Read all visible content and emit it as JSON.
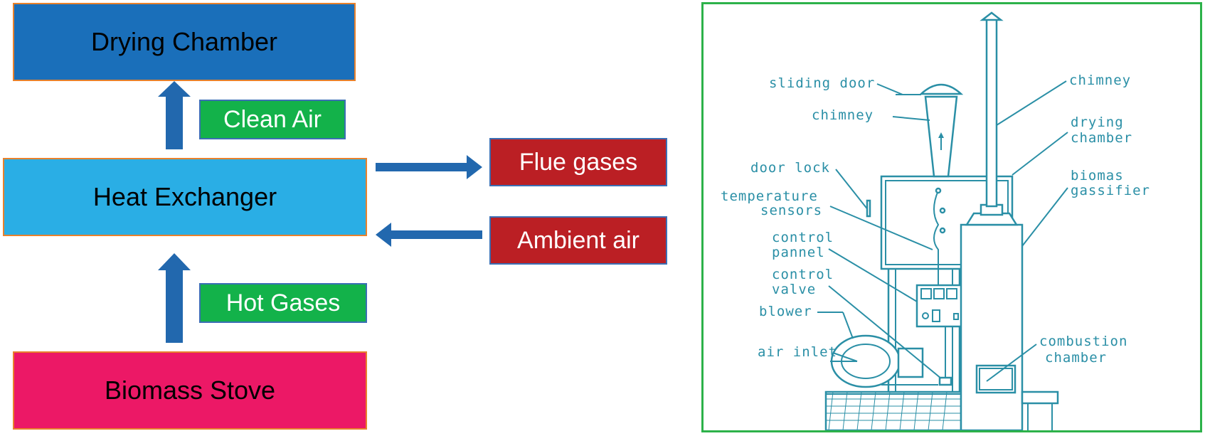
{
  "flow": {
    "drying_chamber": "Drying Chamber",
    "clean_air": "Clean Air",
    "heat_exchanger": "Heat Exchanger",
    "flue_gases": "Flue gases",
    "ambient_air": "Ambient air",
    "hot_gases": "Hot Gases",
    "biomass_stove": "Biomass Stove"
  },
  "apparatus": {
    "sliding_door": "sliding door",
    "chimney_left": "chimney",
    "chimney_right": "chimney",
    "drying_chamber_1": "drying",
    "drying_chamber_2": "chamber",
    "door_lock": "door lock",
    "biomas_gassifier_1": "biomas",
    "biomas_gassifier_2": "gassifier",
    "temperature_sensors_1": "temperature",
    "temperature_sensors_2": "sensors",
    "control_pannel_1": "control",
    "control_pannel_2": "pannel",
    "control_valve_1": "control",
    "control_valve_2": "valve",
    "blower": "blower",
    "air_inlet": "air inlet",
    "combustion_chamber_1": "combustion",
    "combustion_chamber_2": "chamber"
  },
  "colors": {
    "drying_chamber": "#1a6fba",
    "heat_exchanger": "#2aaee5",
    "biomass_stove": "#ec1866",
    "green_tag": "#13b24a",
    "red_tag": "#bb1f24",
    "arrow": "#2268ae",
    "diagram_line": "#2a8fa6",
    "panel_border": "#2db24a"
  }
}
